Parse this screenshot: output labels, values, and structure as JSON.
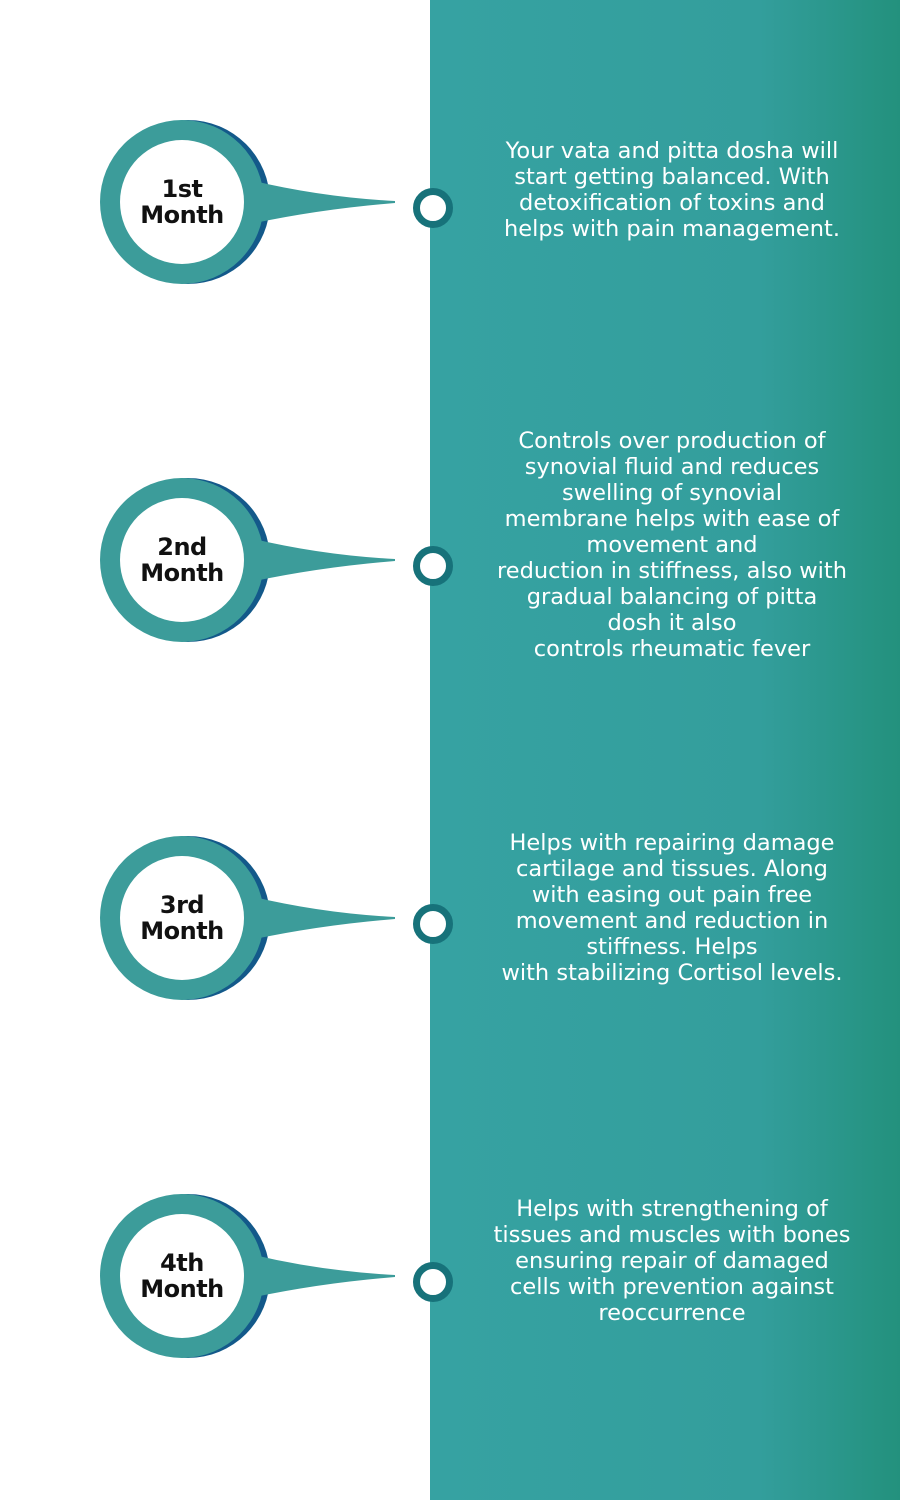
{
  "colors": {
    "panel": "#36a2a2",
    "circle_ring": "#3c9c9a",
    "circle_shadow": "#13598a",
    "node_ring": "#17727a"
  },
  "icons": {
    "node": "timeline-node-icon"
  },
  "timeline": [
    {
      "line1": "1st",
      "line2": "Month",
      "desc_lines": [
        "Your vata and pitta dosha will",
        "start getting balanced. With",
        "detoxification of toxins and",
        "helps with pain management."
      ]
    },
    {
      "line1": "2nd",
      "line2": "Month",
      "desc_lines": [
        "Controls over production of",
        "synovial fluid and reduces",
        "swelling of synovial",
        "membrane helps with ease of",
        "movement and",
        "reduction in stiffness, also with",
        "gradual balancing of pitta",
        "dosh it also",
        "controls rheumatic fever"
      ]
    },
    {
      "line1": "3rd",
      "line2": "Month",
      "desc_lines": [
        "Helps with repairing damage",
        "cartilage and tissues. Along",
        "with easing out pain free",
        "movement and reduction in",
        "stiffness. Helps",
        "with stabilizing Cortisol levels."
      ]
    },
    {
      "line1": "4th",
      "line2": "Month",
      "desc_lines": [
        "Helps with strengthening of",
        "tissues and muscles with bones",
        "ensuring repair of damaged",
        "cells with prevention against",
        "reoccurrence"
      ]
    }
  ]
}
